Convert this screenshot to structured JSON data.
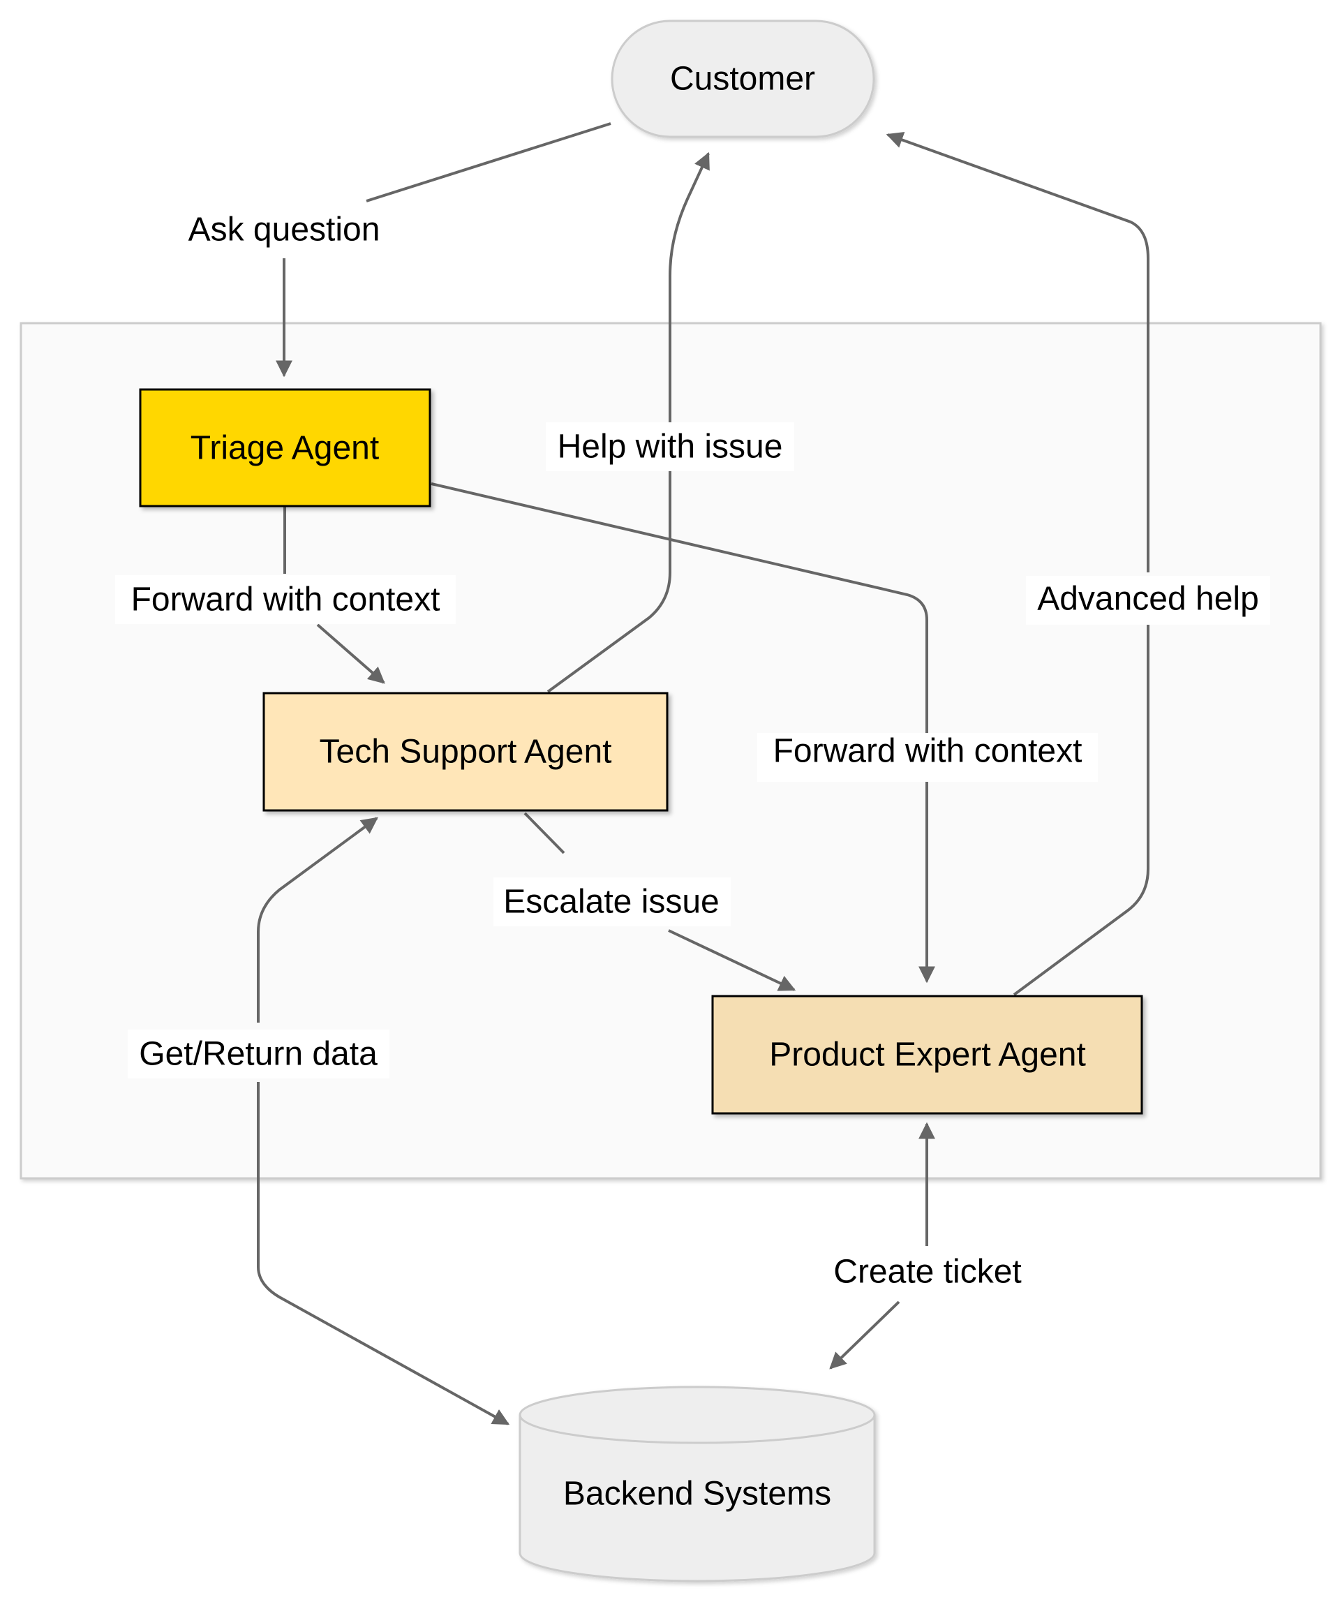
{
  "nodes": {
    "customer": "Customer",
    "triage": "Triage Agent",
    "tech_support": "Tech Support Agent",
    "product_expert": "Product Expert Agent",
    "backend": "Backend Systems"
  },
  "edges": {
    "ask_question": "Ask question",
    "triage_to_tech": "Forward with context",
    "triage_to_product": "Forward with context",
    "tech_to_customer": "Help with issue",
    "product_to_customer": "Advanced help",
    "escalate": "Escalate issue",
    "get_return_data": "Get/Return data",
    "create_ticket": "Create ticket"
  },
  "colors": {
    "triage_fill": "#FFD700",
    "tech_fill": "#FFE6B8",
    "product_fill": "#F5DEB3",
    "group_fill": "#FAFAFA",
    "terminal_fill": "#EEEEEE",
    "edge": "#666666"
  }
}
